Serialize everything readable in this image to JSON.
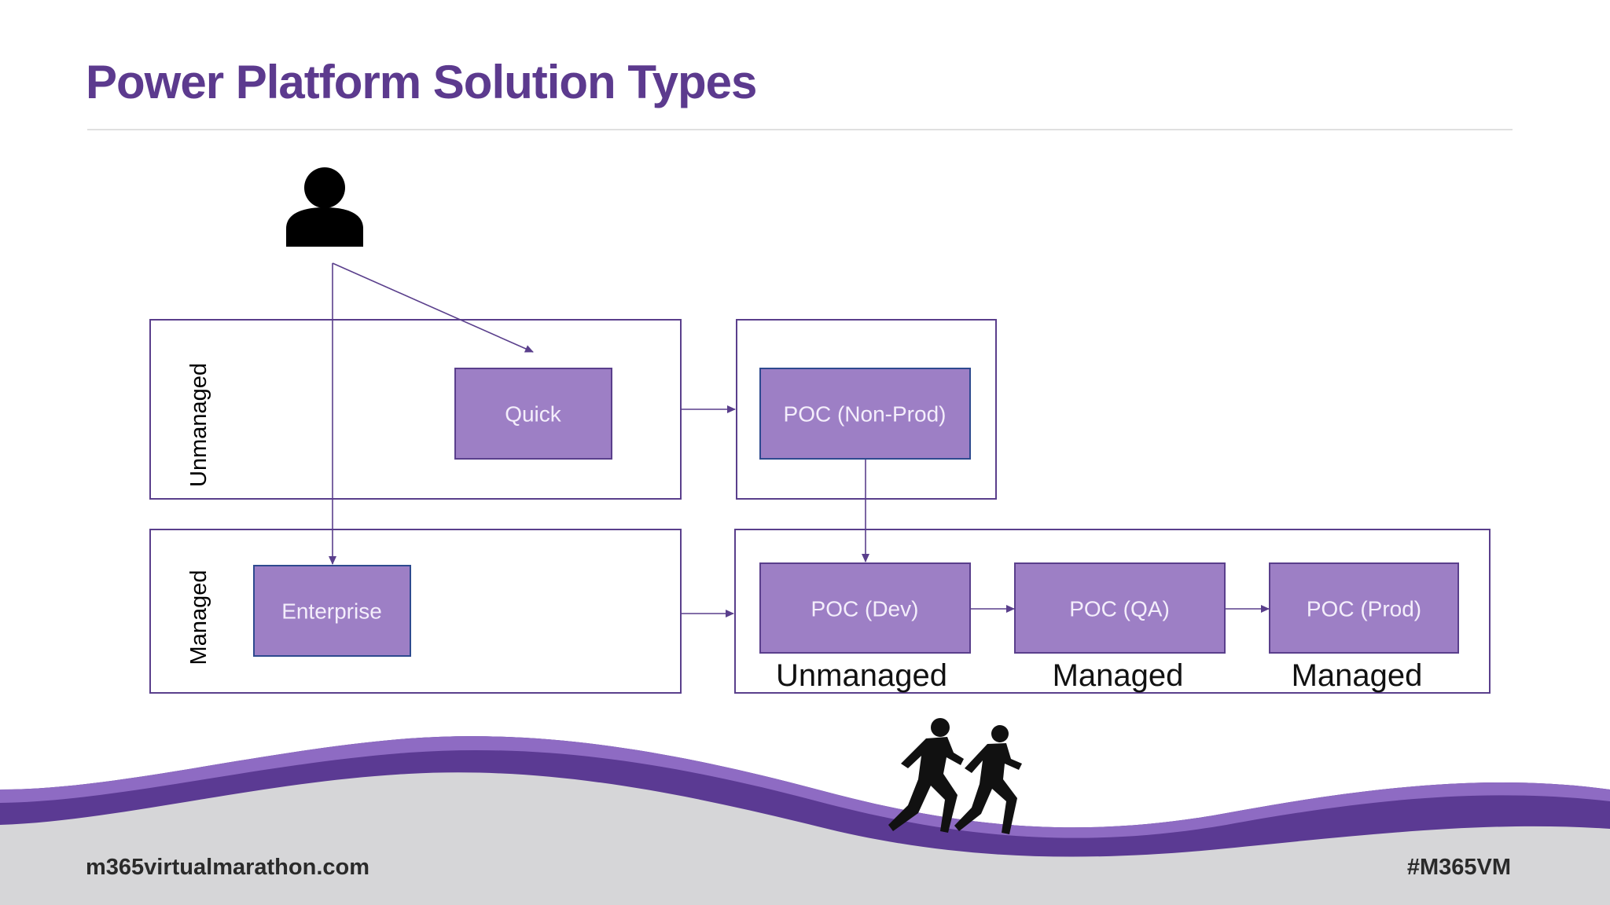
{
  "slide": {
    "title": "Power Platform Solution Types"
  },
  "diagram": {
    "rows": {
      "unmanaged": "Unmanaged",
      "managed": "Managed"
    },
    "nodes": {
      "quick": "Quick",
      "enterprise": "Enterprise",
      "poc_nonprod": "POC (Non-Prod)",
      "poc_dev": "POC (Dev)",
      "poc_qa": "POC (QA)",
      "poc_prod": "POC (Prod)"
    },
    "stage_labels": {
      "dev": "Unmanaged",
      "qa": "Managed",
      "prod": "Managed"
    }
  },
  "footer": {
    "website": "m365virtualmarathon.com",
    "hashtag": "#M365VM"
  },
  "colors": {
    "title": "#5c3a8e",
    "box_fill": "#9d7fc5",
    "box_border": "#5a3f8c",
    "frame_border": "#5a3f8c",
    "wave_dark": "#5b3a93",
    "wave_light": "#8e6bc3",
    "ground": "#d6d6d8"
  },
  "icons": {
    "actor": "person-icon",
    "runners": "runners-silhouette"
  }
}
